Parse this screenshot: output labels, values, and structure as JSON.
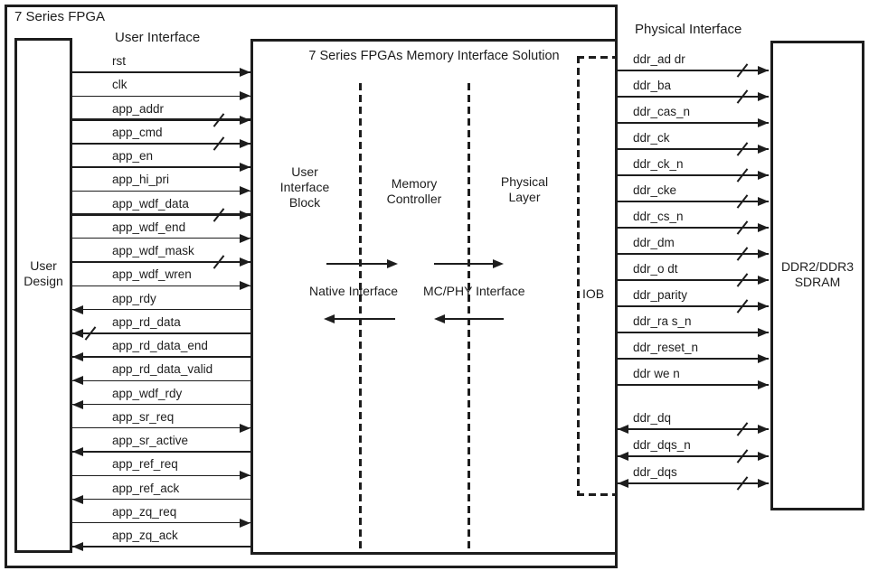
{
  "diagram": {
    "fpga_label": "7 Series FPGA",
    "user_interface_heading": "User Interface",
    "physical_interface_heading": "Physical Interface",
    "user_design_label": "User Design",
    "mis_title": "7 Series FPGAs Memory Interface Solution",
    "columns": [
      "User Interface Block",
      "Memory Controller",
      "Physical Layer"
    ],
    "native_interface_label": "Native Interface",
    "mcphy_interface_label": "MC/PHY Interface",
    "iob_label": "IOB",
    "sdram_label": "DDR2/DDR3 SDRAM",
    "line_color": "#1d1d1d",
    "background_color": "#ffffff"
  },
  "left_signals": [
    {
      "label": "rst",
      "dir": "right",
      "bus": false
    },
    {
      "label": "clk",
      "dir": "right",
      "bus": false
    },
    {
      "label": "app_addr",
      "dir": "right",
      "bus": true
    },
    {
      "label": "app_cmd",
      "dir": "right",
      "bus": true
    },
    {
      "label": "app_en",
      "dir": "right",
      "bus": false
    },
    {
      "label": "app_hi_pri",
      "dir": "right",
      "bus": false
    },
    {
      "label": "app_wdf_data",
      "dir": "right",
      "bus": true
    },
    {
      "label": "app_wdf_end",
      "dir": "right",
      "bus": false
    },
    {
      "label": "app_wdf_mask",
      "dir": "right",
      "bus": true
    },
    {
      "label": "app_wdf_wren",
      "dir": "right",
      "bus": false
    },
    {
      "label": "app_rdy",
      "dir": "left",
      "bus": false
    },
    {
      "label": "app_rd_data",
      "dir": "left",
      "bus": true
    },
    {
      "label": "app_rd_data_end",
      "dir": "left",
      "bus": false
    },
    {
      "label": "app_rd_data_valid",
      "dir": "left",
      "bus": false
    },
    {
      "label": "app_wdf_rdy",
      "dir": "left",
      "bus": false
    },
    {
      "label": "app_sr_req",
      "dir": "right",
      "bus": false
    },
    {
      "label": "app_sr_active",
      "dir": "left",
      "bus": false
    },
    {
      "label": "app_ref_req",
      "dir": "right",
      "bus": false
    },
    {
      "label": "app_ref_ack",
      "dir": "left",
      "bus": false
    },
    {
      "label": "app_zq_req",
      "dir": "right",
      "bus": false
    },
    {
      "label": "app_zq_ack",
      "dir": "left",
      "bus": false
    }
  ],
  "right_signals": [
    {
      "label": "ddr_ad dr",
      "dir": "right",
      "bus": true
    },
    {
      "label": "ddr_ba",
      "dir": "right",
      "bus": true
    },
    {
      "label": "ddr_cas_n",
      "dir": "right",
      "bus": false
    },
    {
      "label": "ddr_ck",
      "dir": "right",
      "bus": true
    },
    {
      "label": "ddr_ck_n",
      "dir": "right",
      "bus": true
    },
    {
      "label": "ddr_cke",
      "dir": "right",
      "bus": true
    },
    {
      "label": "ddr_cs_n",
      "dir": "right",
      "bus": true
    },
    {
      "label": "ddr_dm",
      "dir": "right",
      "bus": true
    },
    {
      "label": "ddr_o dt",
      "dir": "right",
      "bus": true
    },
    {
      "label": "ddr_parity",
      "dir": "right",
      "bus": true
    },
    {
      "label": "ddr_ra s_n",
      "dir": "right",
      "bus": false
    },
    {
      "label": "ddr_reset_n",
      "dir": "right",
      "bus": false
    },
    {
      "label": "ddr we n",
      "dir": "right",
      "bus": false
    },
    {
      "label": "ddr_dq",
      "dir": "both",
      "bus": true
    },
    {
      "label": "ddr_dqs_n",
      "dir": "both",
      "bus": true
    },
    {
      "label": "ddr_dqs",
      "dir": "both",
      "bus": true
    }
  ]
}
